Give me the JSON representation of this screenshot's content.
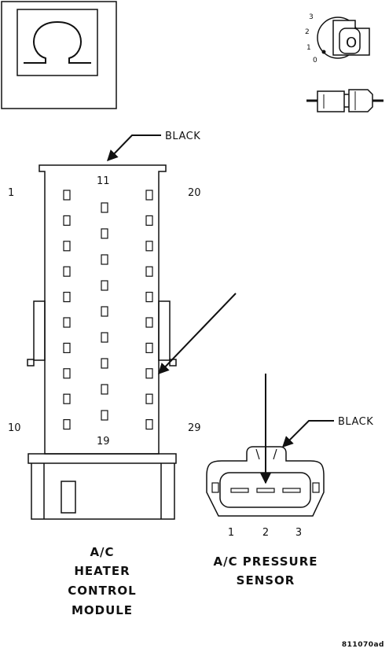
{
  "meter": {
    "symbol": "Ω"
  },
  "ignition": {
    "positions": [
      "3",
      "2",
      "1",
      "0"
    ],
    "key_letter": "O"
  },
  "hcm_connector": {
    "wire_color_label": "BLACK",
    "pin_numbers": {
      "top_left": "1",
      "top_middle": "11",
      "top_right": "20",
      "bottom_left": "10",
      "bottom_middle": "19",
      "bottom_right": "29"
    },
    "caption": [
      "A/C",
      "HEATER",
      "CONTROL",
      "MODULE"
    ]
  },
  "pressure_sensor_connector": {
    "wire_color_label": "BLACK",
    "pin_numbers": [
      "1",
      "2",
      "3"
    ],
    "caption": [
      "A/C PRESSURE",
      "SENSOR"
    ]
  },
  "figure_code": "811070ad"
}
